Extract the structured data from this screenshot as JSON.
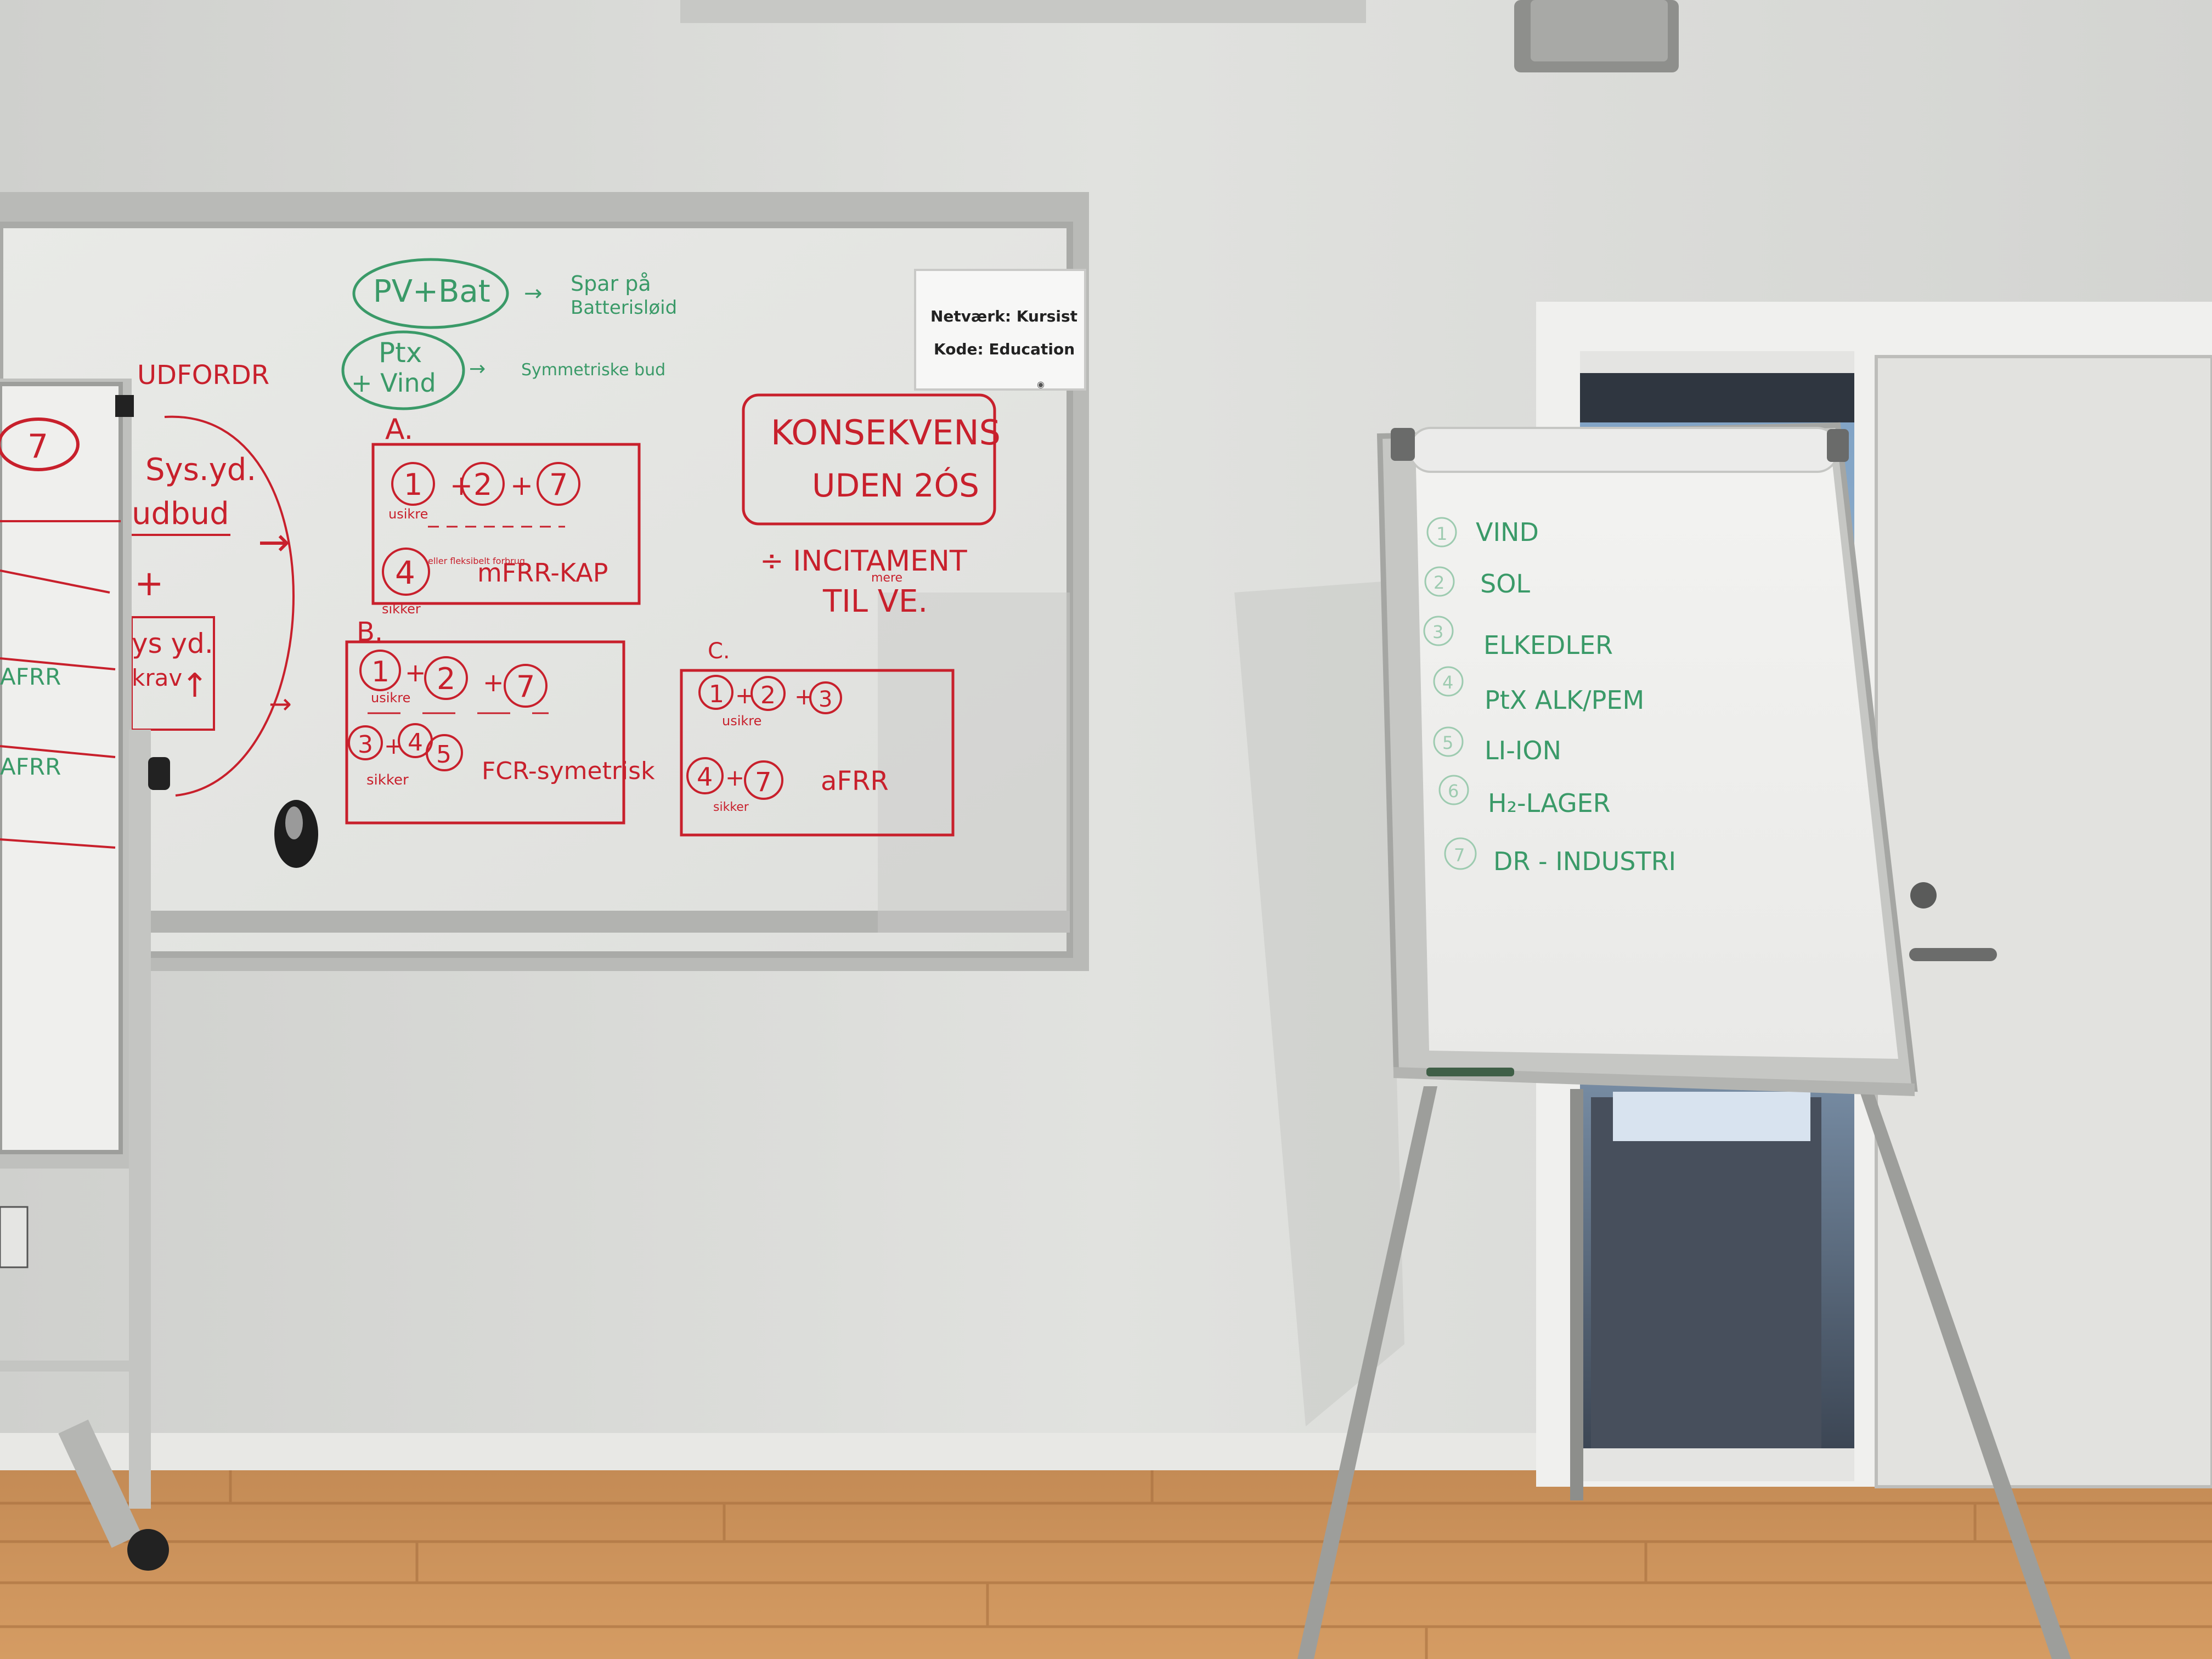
{
  "whiteboard": {
    "sticker": {
      "network": "Netværk: Kursist",
      "code": "Kode: Education"
    },
    "top_notes": {
      "pv_bat": "PV+Bat",
      "pv_bat_note_1": "Spar på",
      "pv_bat_note_2": "Batterisløid",
      "ptx_line_1": "Ptx",
      "ptx_line_2": "+ Vind",
      "ptx_note": "Symmetriske bud"
    },
    "left_column": {
      "heading": "UDFORDR",
      "sys_1": "Sys.yd.",
      "sys_2": "udbud",
      "plus": "+",
      "sys_3": "ys yd.",
      "sys_4": "krav"
    },
    "box_a": {
      "label": "A.",
      "n1": "1",
      "n2": "2",
      "n3": "7",
      "n4": "4",
      "usikre": "usikre",
      "sikker": "sikker",
      "note": "eller fleksibelt forbrug",
      "product": "mFRR-KAP"
    },
    "box_b": {
      "label": "B.",
      "n1": "1",
      "n2": "2",
      "n3": "7",
      "n4": "3",
      "n5": "4",
      "n6": "5",
      "usikre": "usikre",
      "sikker": "sikker",
      "product": "FCR-symetrisk"
    },
    "box_c": {
      "label": "C.",
      "n1": "1",
      "n2": "2",
      "n3": "3",
      "n4": "4",
      "n5": "7",
      "usikre": "usikre",
      "sikker": "sikker",
      "product": "aFRR"
    },
    "consensus": {
      "line_1": "KONSEKVENS",
      "line_2": "UDEN 2ÓS",
      "incentive_1": "÷ INCITAMENT",
      "incentive_2": "TIL VE.",
      "incentive_small": "mere"
    }
  },
  "left_flipchart": {
    "circle_number": "7",
    "tag_1": "AFRR",
    "tag_2": "AFRR"
  },
  "easel_flipchart": {
    "items": [
      {
        "num": "1",
        "text": "VIND"
      },
      {
        "num": "2",
        "text": "SOL"
      },
      {
        "num": "3",
        "text": "ELKEDLER"
      },
      {
        "num": "4",
        "text": "PtX ALK/PEM"
      },
      {
        "num": "5",
        "text": "LI-ION"
      },
      {
        "num": "6",
        "text": "H₂-LAGER"
      },
      {
        "num": "7",
        "text": "DR - INDUSTRI"
      }
    ]
  },
  "colors": {
    "red_marker": "#c8202c",
    "green_marker": "#3a9a68",
    "wall": "#dcdcd9",
    "floor": "#c98f55"
  }
}
